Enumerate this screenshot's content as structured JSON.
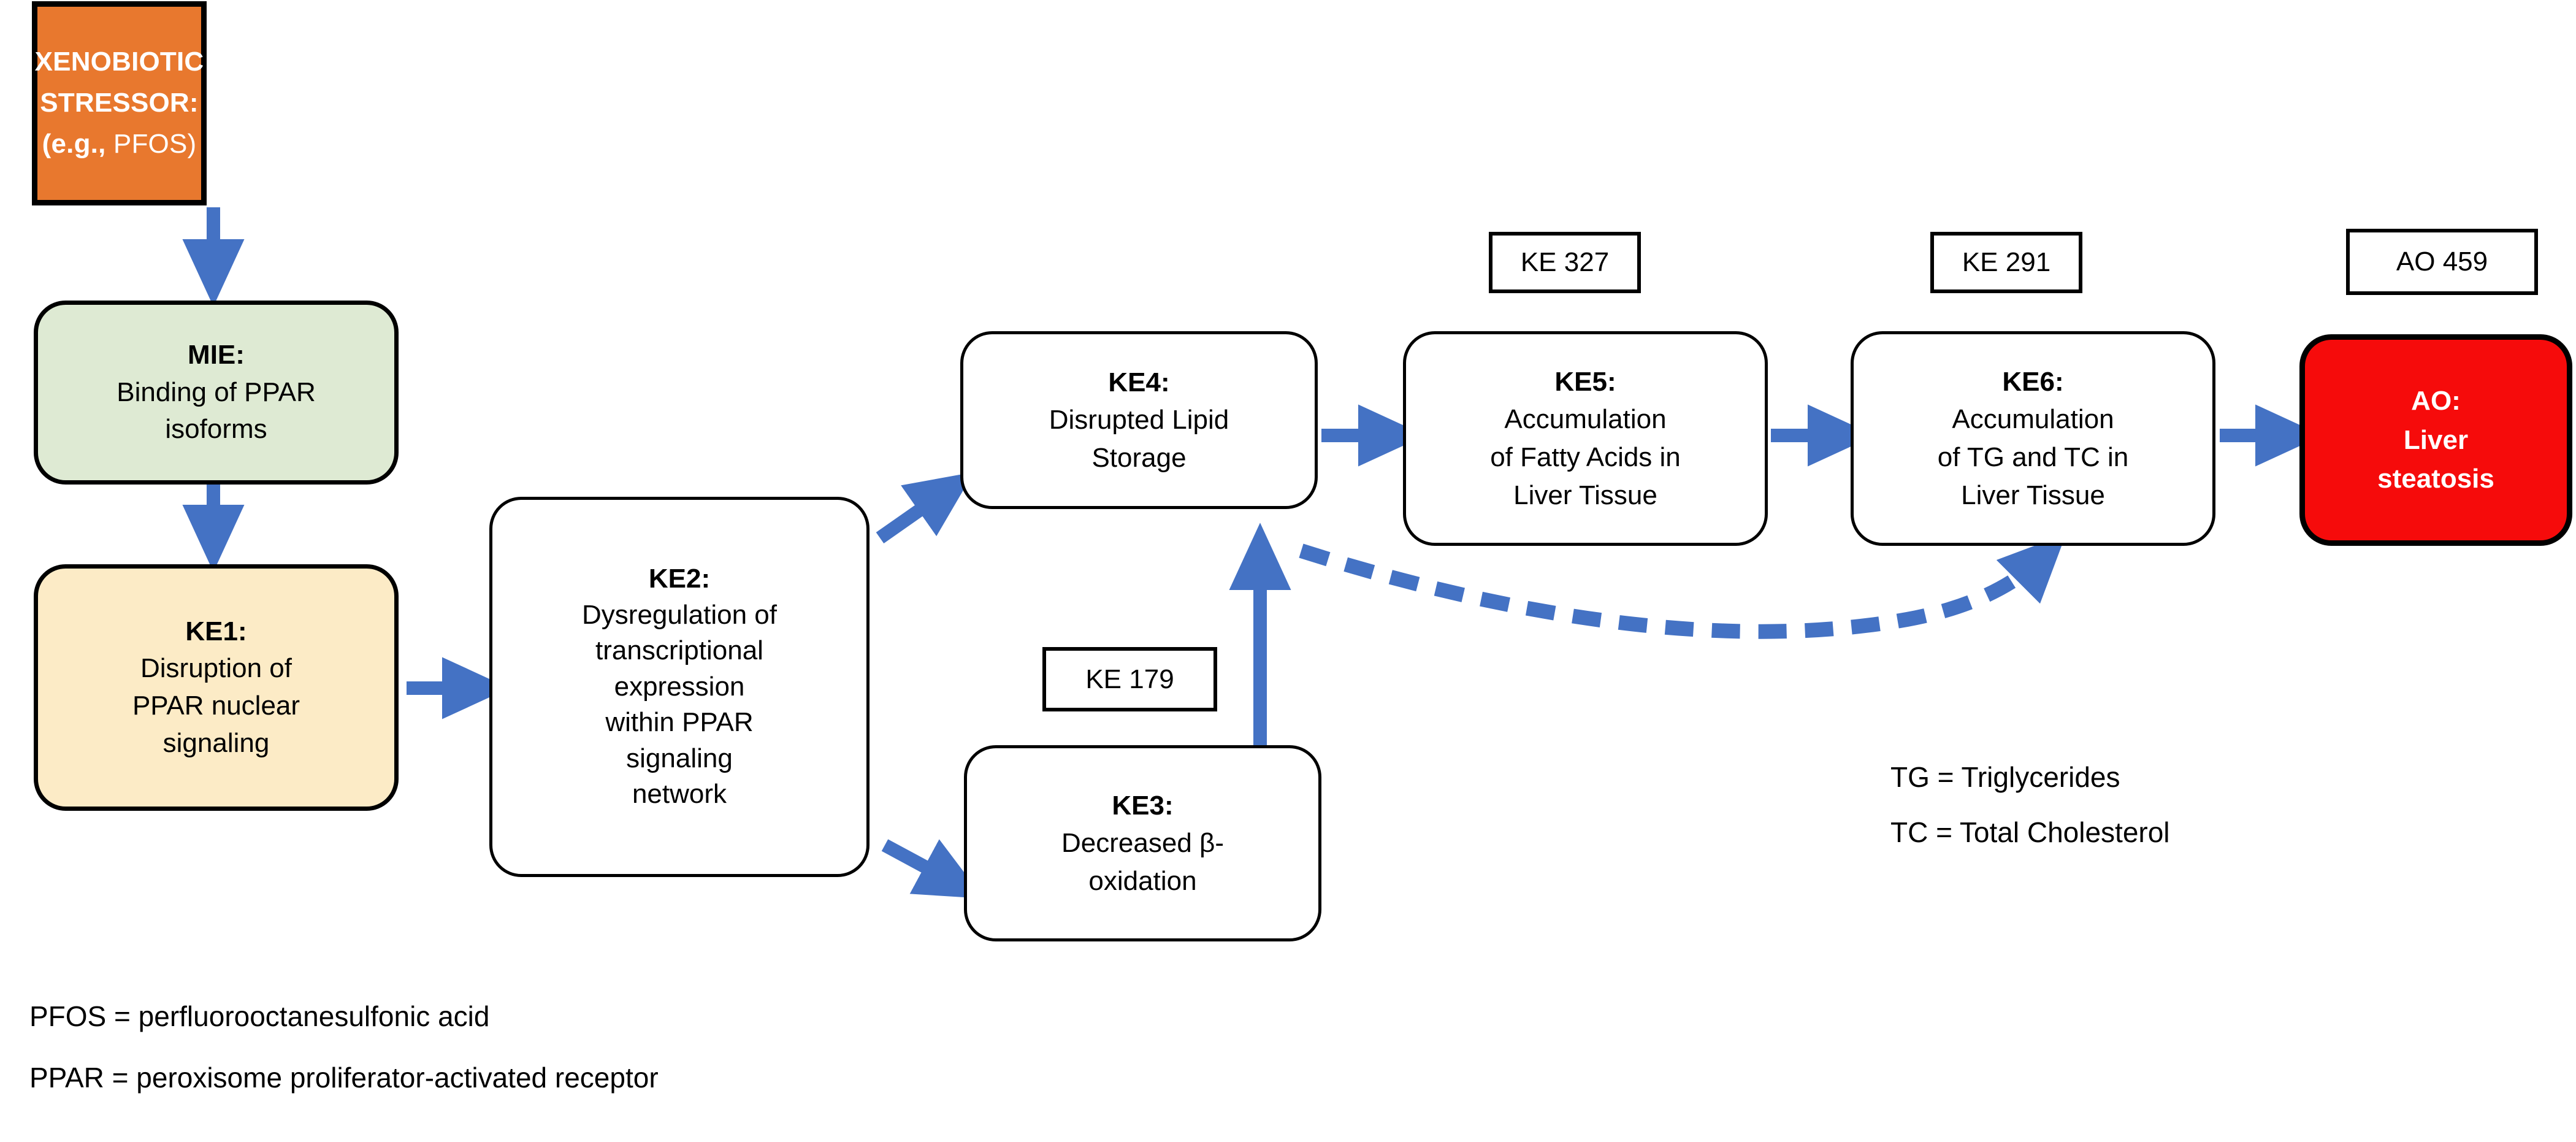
{
  "diagram": {
    "title_visible": false,
    "colors": {
      "stressor_fill": "#E8782E",
      "mie_fill": "#DEEAD3",
      "ke1_fill": "#FCEBC6",
      "ao_fill": "#F60B0B",
      "plain_fill": "#FFFFFF",
      "border": "#000000",
      "arrow": "#4472C4",
      "text": "#000000",
      "text_on_fill": "#FFFFFF"
    }
  },
  "nodes": {
    "stressor": {
      "line1": "XENOBIOTIC",
      "line2": "STRESSOR:",
      "line3_bold": "(e.g.,",
      "line3_rest": " PFOS)"
    },
    "mie": {
      "title": "MIE:",
      "line1": "Binding of PPAR",
      "line2": "isoforms"
    },
    "ke1": {
      "title": "KE1:",
      "line1": "Disruption of",
      "line2": "PPAR nuclear",
      "line3": "signaling"
    },
    "ke2": {
      "title": "KE2:",
      "line1": "Dysregulation of",
      "line2": "transcriptional",
      "line3": "expression",
      "line4": "within PPAR",
      "line5": "signaling",
      "line6": "network"
    },
    "ke4": {
      "title": "KE4:",
      "line1": "Disrupted Lipid",
      "line2": "Storage"
    },
    "ke3": {
      "title": "KE3:",
      "line1": "Decreased β-",
      "line2": "oxidation"
    },
    "ke5": {
      "title": "KE5:",
      "line1": "Accumulation",
      "line2": "of Fatty Acids in",
      "line3": "Liver Tissue"
    },
    "ke6": {
      "title": "KE6:",
      "line1": "Accumulation",
      "line2": "of TG and TC in",
      "line3": "Liver Tissue"
    },
    "ao": {
      "title": "AO:",
      "line1": "Liver",
      "line2": "steatosis"
    }
  },
  "id_tags": {
    "ke179": "KE 179",
    "ke327": "KE 327",
    "ke291": "KE 291",
    "ao459": "AO 459"
  },
  "legend": {
    "tg": "TG = Triglycerides",
    "tc": "TC = Total Cholesterol"
  },
  "footnotes": {
    "pfos": "PFOS = perfluorooctanesulfonic acid",
    "ppar": "PPAR = peroxisome proliferator-activated receptor"
  },
  "edges": [
    {
      "name": "stressor-to-mie",
      "style": "solid",
      "direction": "down"
    },
    {
      "name": "mie-to-ke1",
      "style": "solid",
      "direction": "down"
    },
    {
      "name": "ke1-to-ke2",
      "style": "solid",
      "direction": "right"
    },
    {
      "name": "ke2-to-ke4",
      "style": "solid",
      "direction": "up-right"
    },
    {
      "name": "ke2-to-ke3",
      "style": "solid",
      "direction": "down-right"
    },
    {
      "name": "ke3-to-ke4",
      "style": "solid",
      "direction": "up"
    },
    {
      "name": "ke4-to-ke5",
      "style": "solid",
      "direction": "right"
    },
    {
      "name": "ke5-to-ke6",
      "style": "solid",
      "direction": "right"
    },
    {
      "name": "ke6-to-ao",
      "style": "solid",
      "direction": "right"
    },
    {
      "name": "ke4-to-ke6-dashed",
      "style": "dashed",
      "direction": "curved-right"
    }
  ]
}
